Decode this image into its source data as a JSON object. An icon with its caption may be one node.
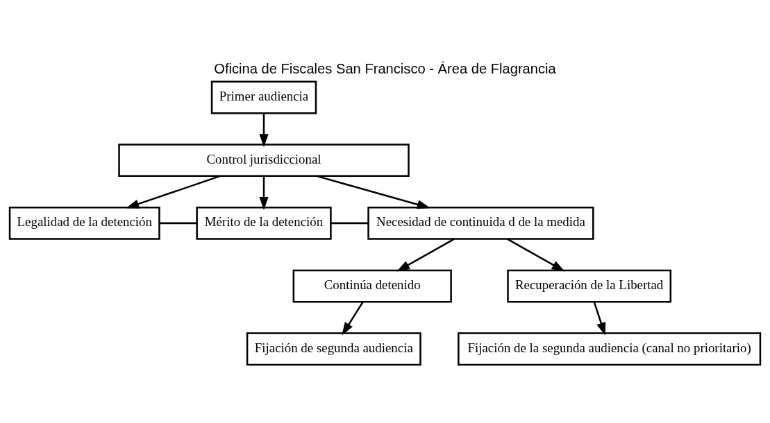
{
  "diagram": {
    "title": "Oficina de Fiscales San Francisco - Área de Flagrancia",
    "nodes": [
      {
        "text": [
          "Primer audiencia"
        ]
      },
      {
        "text": [
          "Control jurisdiccional"
        ]
      },
      {
        "text": [
          "Legalidad de la detención"
        ]
      },
      {
        "text": [
          "Mérito de la detención"
        ]
      },
      {
        "text": [
          "Necesidad de continuida d de la medida"
        ]
      },
      {
        "text": [
          "Continúa detenido"
        ]
      },
      {
        "text": [
          "Recuperación de la Libertad"
        ]
      },
      {
        "text": [
          "Fijación de segunda audiencia"
        ]
      },
      {
        "text": [
          "Fijación de la segunda audiencia (canal no prioritario)"
        ]
      }
    ],
    "edges": [
      {
        "from": 0,
        "to": 1,
        "arrow": "to"
      },
      {
        "from": 1,
        "to": 2,
        "arrow": "to"
      },
      {
        "from": 1,
        "to": 3,
        "arrow": "to"
      },
      {
        "from": 1,
        "to": 4,
        "arrow": "to"
      },
      {
        "from": 2,
        "to": 3,
        "arrow": "none"
      },
      {
        "from": 3,
        "to": 4,
        "arrow": "none"
      },
      {
        "from": 4,
        "to": 5,
        "arrow": "to"
      },
      {
        "from": 4,
        "to": 6,
        "arrow": "to"
      },
      {
        "from": 5,
        "to": 7,
        "arrow": "to"
      },
      {
        "from": 6,
        "to": 8,
        "arrow": "to"
      }
    ]
  }
}
